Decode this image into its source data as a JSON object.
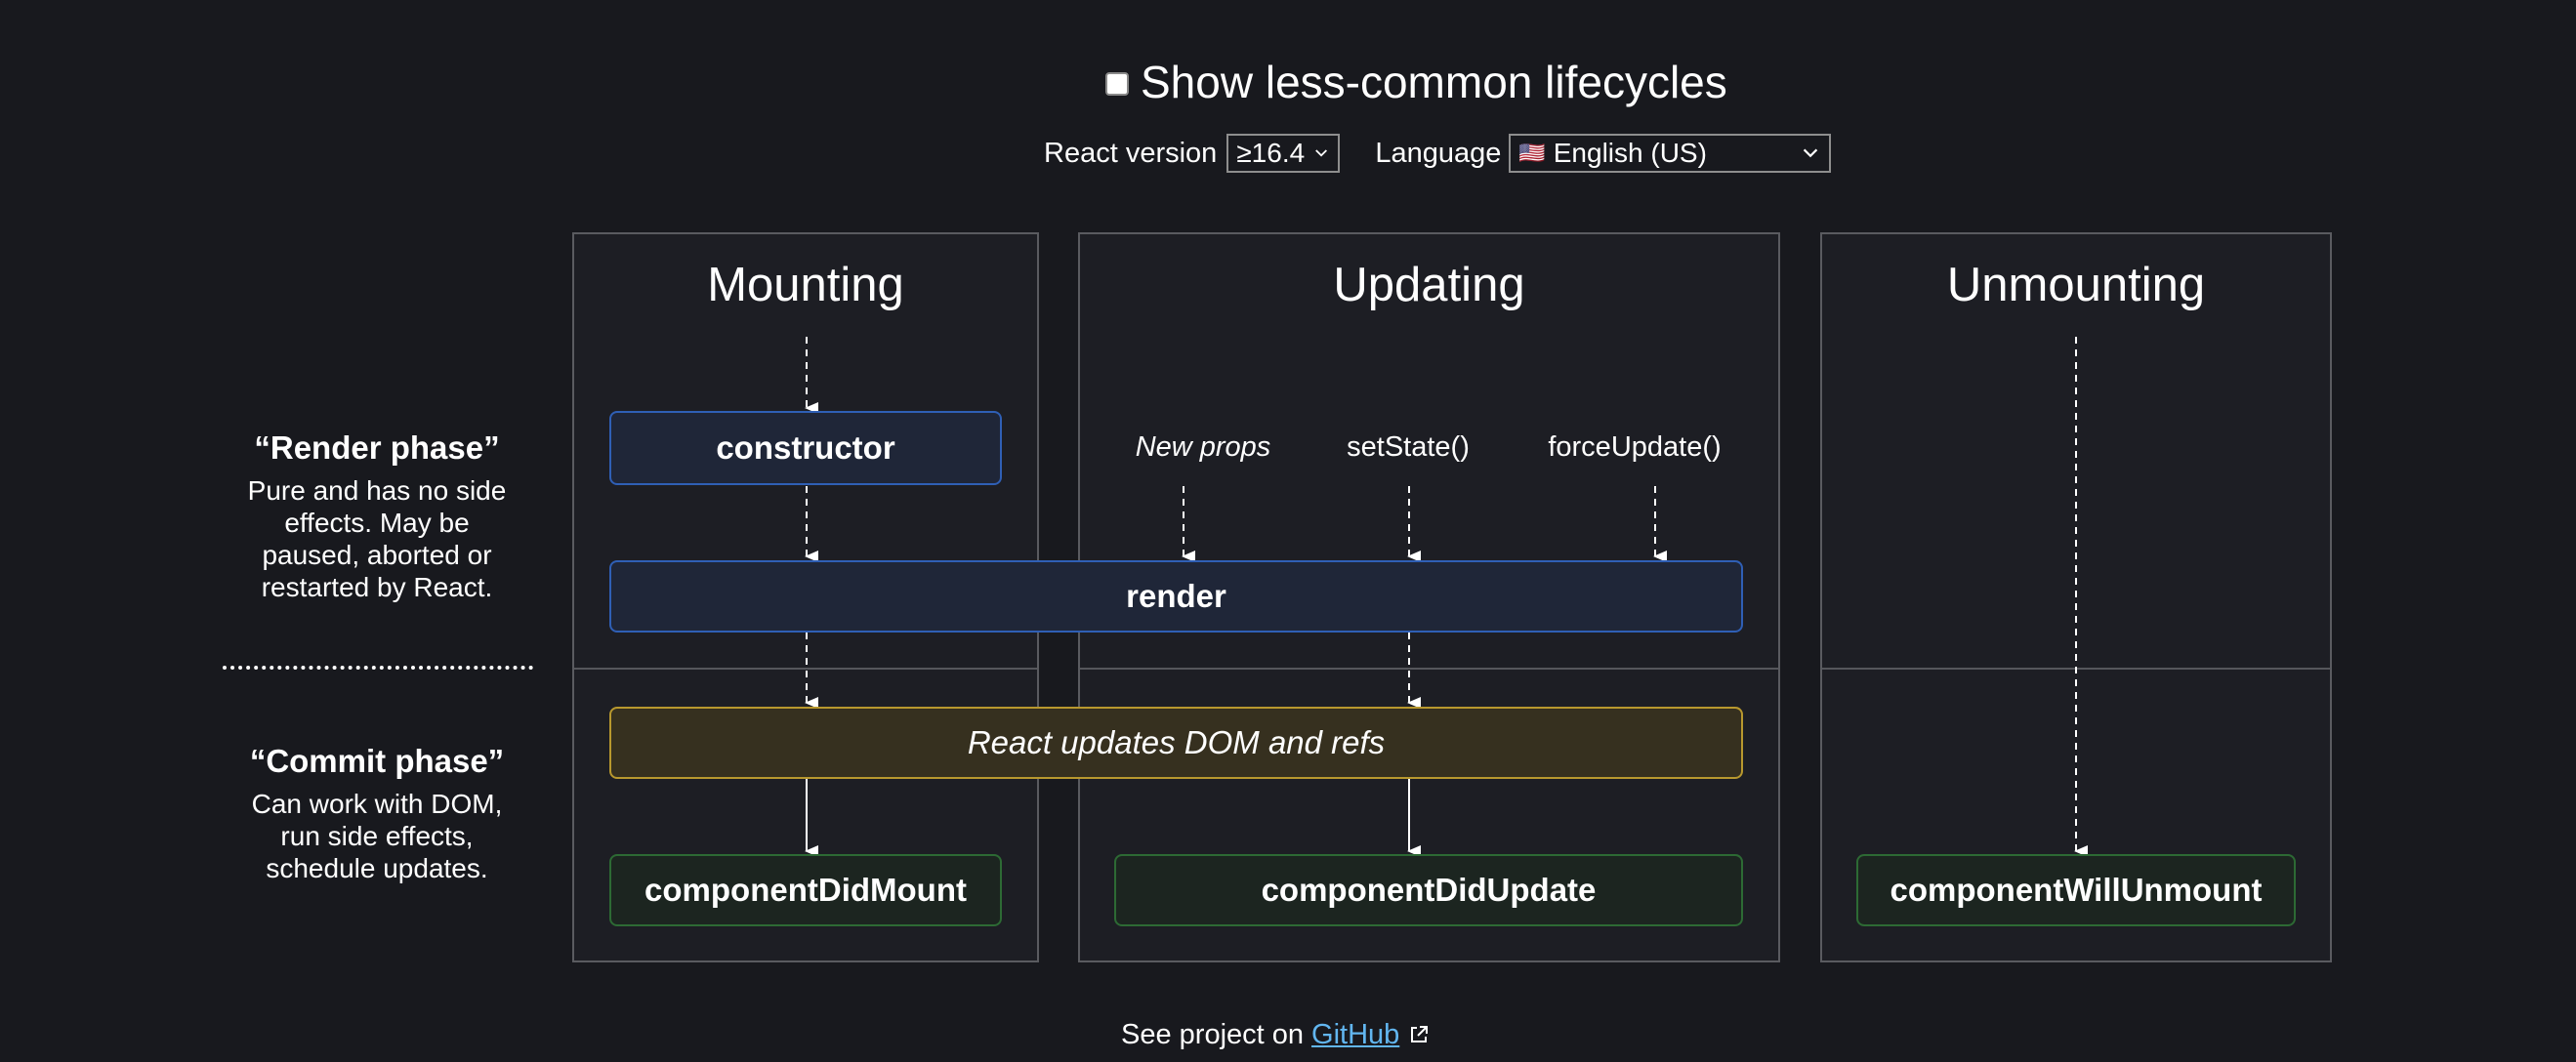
{
  "toggle": {
    "label": "Show less-common lifecycles",
    "checked": false
  },
  "controls": {
    "version_label": "React version",
    "version_value": "≥16.4",
    "language_label": "Language",
    "language_flag": "🇺🇸",
    "language_value": "English (US)"
  },
  "phases": {
    "render": {
      "title": "“Render phase”",
      "lines": [
        "Pure and has no side",
        "effects. May be",
        "paused, aborted or",
        "restarted by React."
      ]
    },
    "commit": {
      "title": "“Commit phase”",
      "lines": [
        "Can work with DOM,",
        "run side effects,",
        "schedule updates."
      ]
    }
  },
  "columns": {
    "mounting": "Mounting",
    "updating": "Updating",
    "unmounting": "Unmounting"
  },
  "triggers": {
    "new_props": "New props",
    "set_state": "setState()",
    "force_update": "forceUpdate()"
  },
  "methods": {
    "constructor": "constructor",
    "render": "render",
    "dom_update": "React updates DOM and refs",
    "did_mount": "componentDidMount",
    "did_update": "componentDidUpdate",
    "will_unmount": "componentWillUnmount"
  },
  "footer": {
    "prefix": "See project on",
    "link": "GitHub"
  },
  "colors": {
    "background": "#18191e",
    "column_bg": "#1d1e24",
    "render_phase_border": "#2f5fb5",
    "commit_dom_border": "#b8982e",
    "commit_method_border": "#2d6a34",
    "link": "#62b6f0"
  }
}
